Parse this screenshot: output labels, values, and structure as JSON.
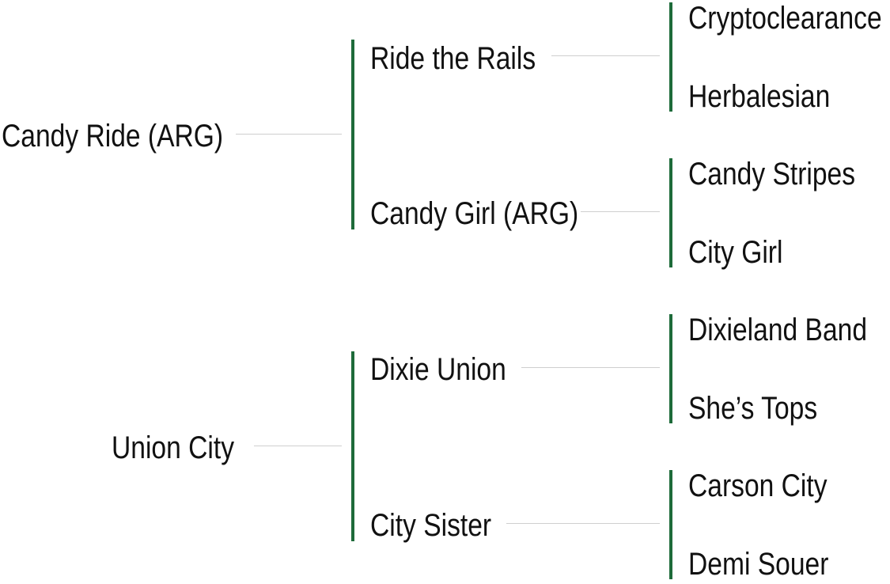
{
  "pedigree": {
    "accent_color": "#1e6b3a",
    "connector_color": "#cfcfcf",
    "sire": {
      "name": "Candy Ride (ARG)",
      "sire": {
        "name": "Ride the Rails",
        "sire": "Cryptoclearance",
        "dam": "Herbalesian"
      },
      "dam": {
        "name": "Candy Girl (ARG)",
        "sire": "Candy Stripes",
        "dam": "City Girl"
      }
    },
    "dam": {
      "name": "Union City",
      "sire": {
        "name": "Dixie Union",
        "sire": "Dixieland Band",
        "dam": "She’s Tops"
      },
      "dam": {
        "name": "City Sister",
        "sire": "Carson City",
        "dam": "Demi Souer"
      }
    }
  }
}
